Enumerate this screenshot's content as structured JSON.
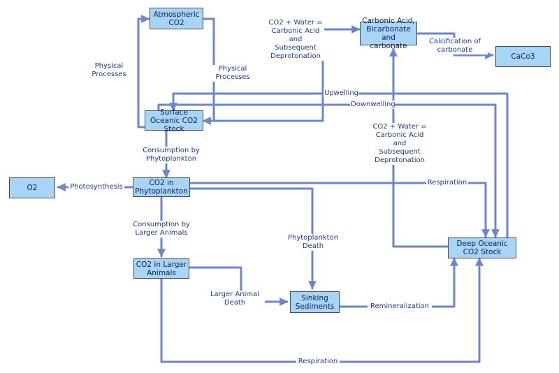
{
  "colors": {
    "arrow": "#6e86c8",
    "box_fill": "#a8d4f5",
    "box_border": "#4a4a4a",
    "text": "#1f3a8a"
  },
  "nodes": {
    "atmospheric": "Atmospheric\nCO2",
    "surface": "Surface\nOceanic CO2\nStock",
    "phyto": "CO2 in\nPhytoplankton",
    "o2": "O2",
    "larger": "CO2 in Larger\nAnimals",
    "sinking": "Sinking\nSediments",
    "deep": "Deep Oceanic\nCO2 Stock",
    "carbonic": "Carbonic Acid,\nBicarbonate\nand carbonate",
    "caco3": "CaCo3"
  },
  "labels": {
    "physical_left": "Physical\nProcesses",
    "physical_right": "Physical\nProcesses",
    "co2_water_top": "CO2 + Water =\nCarbonic Acid\nand\nSubsequent\nDeprotonation",
    "calcification": "Calcification of\ncarbonate",
    "upwelling": "Upwelling",
    "downwelling": "Downwelling",
    "co2_water_right": "CO2 + Water =\nCarbonic Acid\nand\nSubsequent\nDeprotonation",
    "consumption_phyto": "Consumption by\nPhytoplankton",
    "photosynthesis": "Photosynthesis",
    "respiration_phyto": "Respiration",
    "consumption_animals": "Consumption by\nLarger Animals",
    "phyto_death": "Phytoplankton\nDeath",
    "animal_death": "Larger Animal\nDeath",
    "remineralization": "Remineralization",
    "respiration_animals": "Respiration"
  }
}
